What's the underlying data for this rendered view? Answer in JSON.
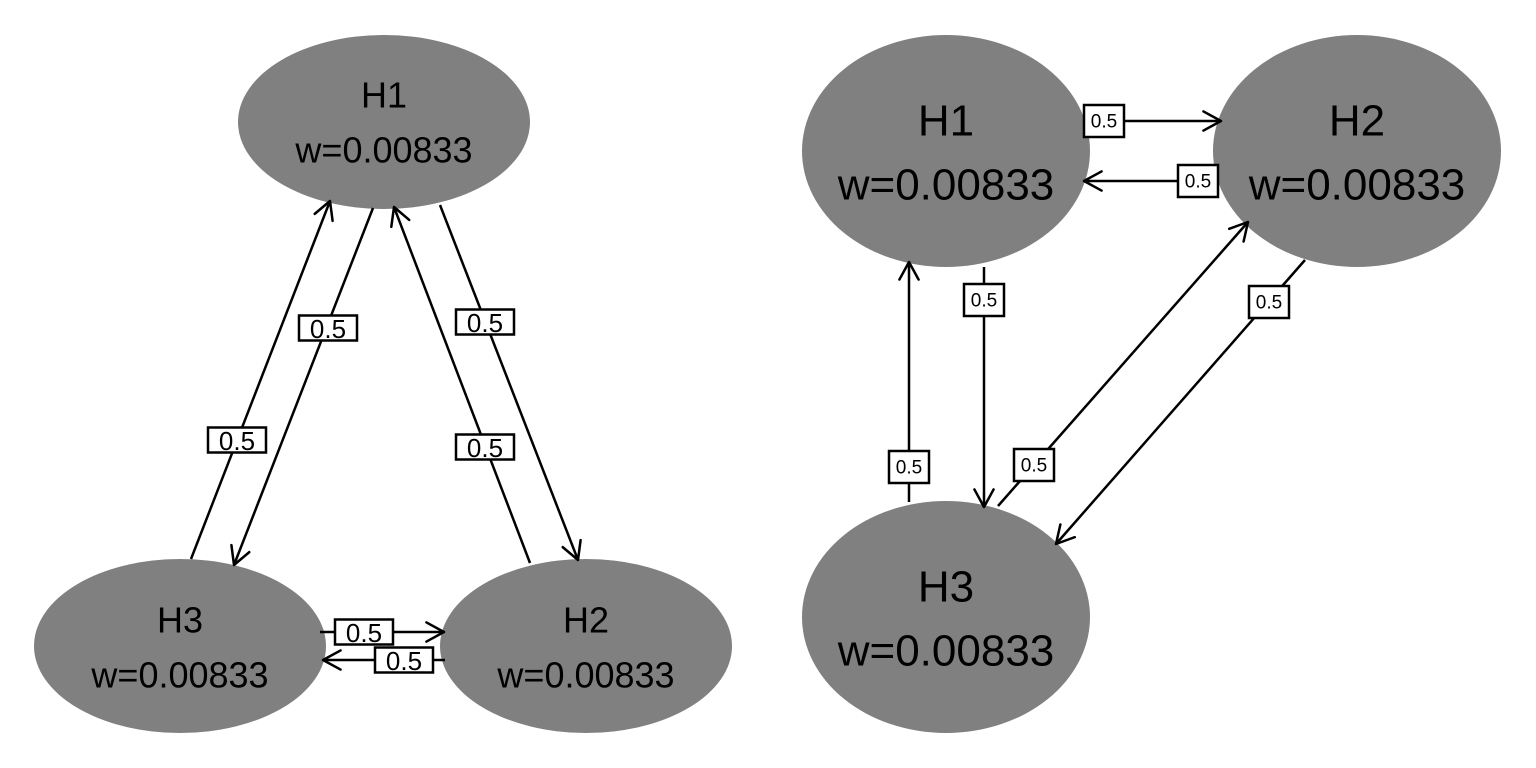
{
  "diagrams": [
    {
      "nodes": [
        {
          "id": "H1",
          "name": "H1",
          "weight": "w=0.00833"
        },
        {
          "id": "H2",
          "name": "H2",
          "weight": "w=0.00833"
        },
        {
          "id": "H3",
          "name": "H3",
          "weight": "w=0.00833"
        }
      ],
      "edges": [
        {
          "from": "H1",
          "to": "H2",
          "label": "0.5"
        },
        {
          "from": "H2",
          "to": "H1",
          "label": "0.5"
        },
        {
          "from": "H1",
          "to": "H3",
          "label": "0.5"
        },
        {
          "from": "H3",
          "to": "H1",
          "label": "0.5"
        },
        {
          "from": "H3",
          "to": "H2",
          "label": "0.5"
        },
        {
          "from": "H2",
          "to": "H3",
          "label": "0.5"
        }
      ]
    },
    {
      "nodes": [
        {
          "id": "H1",
          "name": "H1",
          "weight": "w=0.00833"
        },
        {
          "id": "H2",
          "name": "H2",
          "weight": "w=0.00833"
        },
        {
          "id": "H3",
          "name": "H3",
          "weight": "w=0.00833"
        }
      ],
      "edges": [
        {
          "from": "H1",
          "to": "H2",
          "label": "0.5"
        },
        {
          "from": "H2",
          "to": "H1",
          "label": "0.5"
        },
        {
          "from": "H1",
          "to": "H3",
          "label": "0.5"
        },
        {
          "from": "H3",
          "to": "H1",
          "label": "0.5"
        },
        {
          "from": "H3",
          "to": "H2",
          "label": "0.5"
        },
        {
          "from": "H2",
          "to": "H3",
          "label": "0.5"
        }
      ]
    }
  ]
}
